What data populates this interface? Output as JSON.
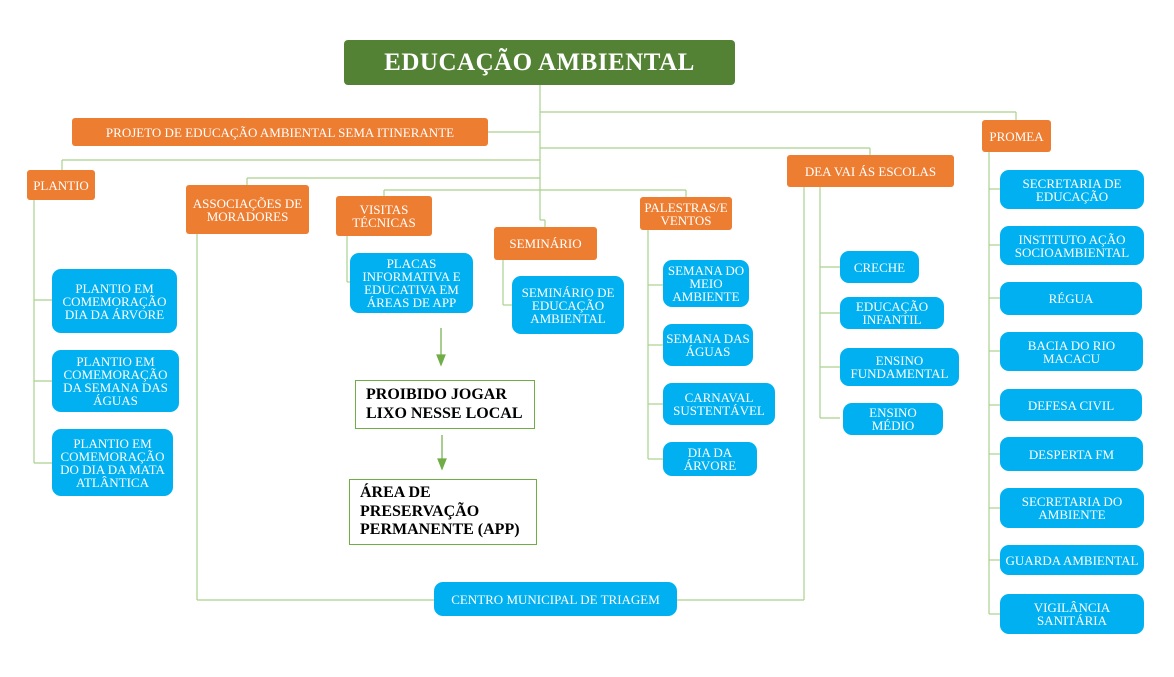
{
  "title": "EDUCAÇÃO AMBIENTAL",
  "projeto": "PROJETO DE EDUCAÇÃO AMBIENTAL SEMA ITINERANTE",
  "promea": {
    "label": "PROMEA",
    "items": [
      "SECRETARIA DE\nEDUCAÇÃO",
      "INSTITUTO AÇÃO\nSOCIOAMBIENTAL",
      "RÉGUA",
      "BACIA DO RIO\nMACACU",
      "DEFESA CIVIL",
      "DESPERTA FM",
      "SECRETARIA DO\nAMBIENTE",
      "GUARDA AMBIENTAL",
      "VIGILÂNCIA\nSANITÁRIA"
    ]
  },
  "plantio": {
    "label": "PLANTIO",
    "items": [
      "PLANTIO EM\nCOMEMORAÇÃO\nDIA DA ÁRVORE",
      "PLANTIO EM\nCOMEMORAÇÃO\nDA SEMANA DAS\nÁGUAS",
      "PLANTIO EM\nCOMEMORAÇÃO\nDO DIA DA MATA\nATLÂNTICA"
    ]
  },
  "associacoes": "ASSOCIAÇÕES DE\nMORADORES",
  "visitas": {
    "label": "VISITAS\nTÉCNICAS",
    "placas": "PLACAS\nINFORMATIVA E\nEDUCATIVA  EM\nÁREAS DE APP",
    "proibido": "PROIBIDO JOGAR\nLIXO NESSE LOCAL",
    "area": "ÁREA DE\nPRESERVAÇÃO\nPERMANENTE (APP)"
  },
  "seminario": {
    "label": "SEMINÁRIO",
    "item": "SEMINÁRIO DE\nEDUCAÇÃO\nAMBIENTAL"
  },
  "palestras": {
    "label": "PALESTRAS/E\nVENTOS",
    "items": [
      "SEMANA DO\nMEIO\nAMBIENTE",
      "SEMANA DAS\nÁGUAS",
      "CARNAVAL\nSUSTENTÁVEL",
      "DIA DA\nÁRVORE"
    ]
  },
  "dea": {
    "label": "DEA VAI ÁS ESCOLAS",
    "items": [
      "CRECHE",
      "EDUCAÇÃO\nINFANTIL",
      "ENSINO\nFUNDAMENTAL",
      "ENSINO\nMÉDIO"
    ]
  },
  "centro": "CENTRO MUNICIPAL DE TRIAGEM",
  "colors": {
    "title": "#548235",
    "category": "#ed7d31",
    "item": "#00b0f0",
    "connector": "#a9d18e",
    "arrow": "#70ad47"
  }
}
